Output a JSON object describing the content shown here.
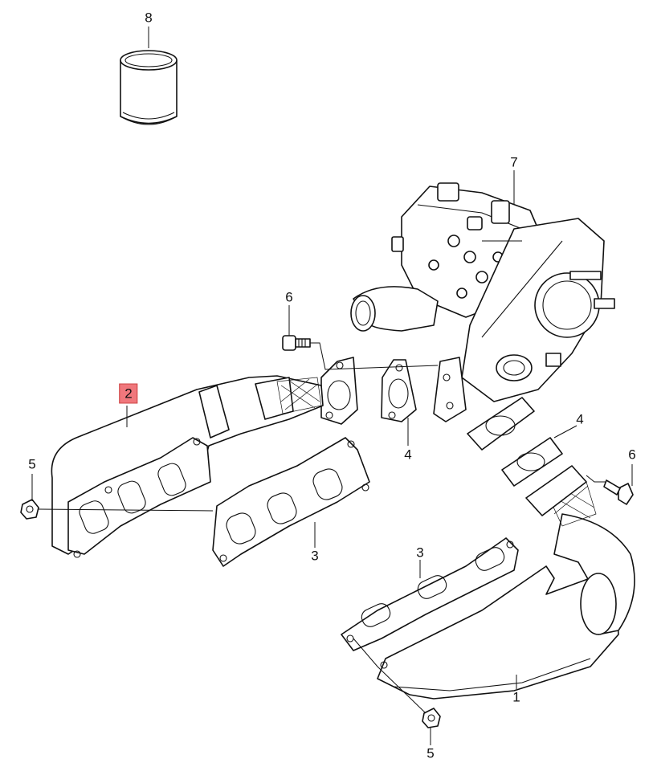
{
  "callouts": [
    {
      "id": "c8",
      "label": "8"
    },
    {
      "id": "c7",
      "label": "7"
    },
    {
      "id": "c6a",
      "label": "6"
    },
    {
      "id": "c6b",
      "label": "6"
    },
    {
      "id": "c2",
      "label": "2",
      "highlight": true,
      "highlight_color": "#f0777c"
    },
    {
      "id": "c5a",
      "label": "5"
    },
    {
      "id": "c5b",
      "label": "5"
    },
    {
      "id": "c4a",
      "label": "4"
    },
    {
      "id": "c4b",
      "label": "4"
    },
    {
      "id": "c3a",
      "label": "3"
    },
    {
      "id": "c3b",
      "label": "3"
    },
    {
      "id": "c1",
      "label": "1"
    }
  ]
}
